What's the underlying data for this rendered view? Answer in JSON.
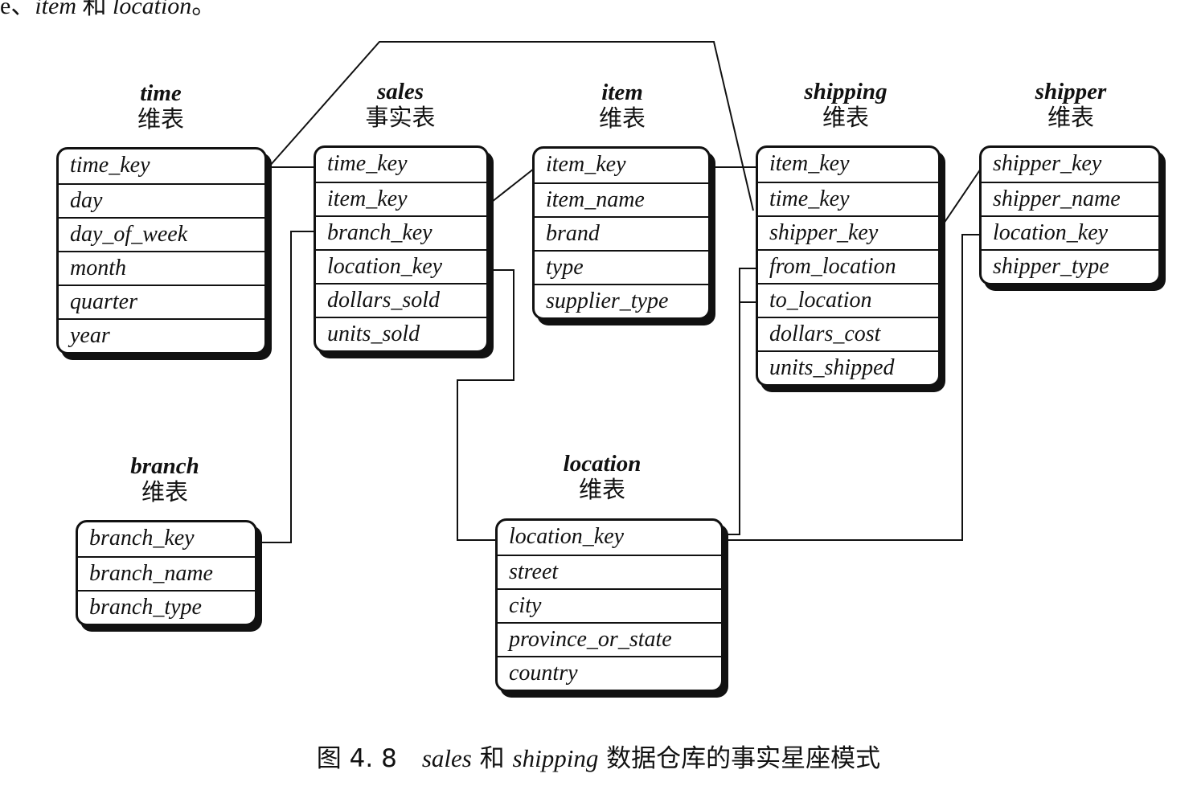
{
  "top_fragment": {
    "prefix": "e、",
    "word1": "item",
    "middle": " 和 ",
    "word2": "location",
    "suffix": "。"
  },
  "tables": {
    "time": {
      "name": "time",
      "kind": "维表",
      "fields": [
        "time_key",
        "day",
        "day_of_week",
        "month",
        "quarter",
        "year"
      ]
    },
    "sales": {
      "name": "sales",
      "kind": "事实表",
      "fields": [
        "time_key",
        "item_key",
        "branch_key",
        "location_key",
        "dollars_sold",
        "units_sold"
      ]
    },
    "item": {
      "name": "item",
      "kind": "维表",
      "fields": [
        "item_key",
        "item_name",
        "brand",
        "type",
        "supplier_type"
      ]
    },
    "shipping": {
      "name": "shipping",
      "kind": "维表",
      "fields": [
        "item_key",
        "time_key",
        "shipper_key",
        "from_location",
        "to_location",
        "dollars_cost",
        "units_shipped"
      ]
    },
    "shipper": {
      "name": "shipper",
      "kind": "维表",
      "fields": [
        "shipper_key",
        "shipper_name",
        "location_key",
        "shipper_type"
      ]
    },
    "branch": {
      "name": "branch",
      "kind": "维表",
      "fields": [
        "branch_key",
        "branch_name",
        "branch_type"
      ]
    },
    "location": {
      "name": "location",
      "kind": "维表",
      "fields": [
        "location_key",
        "street",
        "city",
        "province_or_state",
        "country"
      ]
    }
  },
  "caption": {
    "prefix": "图 4. 8　",
    "word1": "sales",
    "middle": " 和 ",
    "word2": "shipping",
    "suffix": " 数据仓库的事实星座模式"
  }
}
